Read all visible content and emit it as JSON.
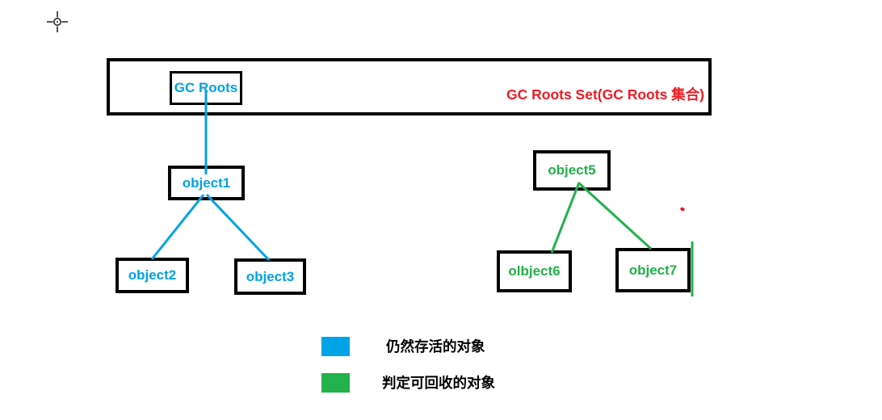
{
  "colors": {
    "alive_blue": "#00A2E8",
    "collectable_green": "#22B14C",
    "title_red": "#ED1C24",
    "border_black": "#000000"
  },
  "title": {
    "gc_roots_set_label": "GC Roots Set(GC Roots 集合)"
  },
  "nodes": {
    "gc_roots": {
      "label": "GC Roots",
      "color": "#00A2E8"
    },
    "object1": {
      "label": "object1",
      "color": "#00A2E8"
    },
    "object2": {
      "label": "object2",
      "color": "#00A2E8"
    },
    "object3": {
      "label": "object3",
      "color": "#00A2E8"
    },
    "object5": {
      "label": "object5",
      "color": "#22B14C"
    },
    "object6": {
      "label": "olbject6",
      "color": "#22B14C"
    },
    "object7": {
      "label": "object7",
      "color": "#22B14C"
    }
  },
  "edges": [
    {
      "from": "gc_roots",
      "to": "object1",
      "color": "#00A2E8"
    },
    {
      "from": "object1",
      "to": "object2",
      "color": "#00A2E8"
    },
    {
      "from": "object1",
      "to": "object3",
      "color": "#00A2E8"
    },
    {
      "from": "object5",
      "to": "object6",
      "color": "#22B14C"
    },
    {
      "from": "object5",
      "to": "object7",
      "color": "#22B14C"
    }
  ],
  "legend": [
    {
      "label": "仍然存活的对象",
      "color": "#00A2E8"
    },
    {
      "label": "判定可回收的对象",
      "color": "#22B14C"
    }
  ]
}
